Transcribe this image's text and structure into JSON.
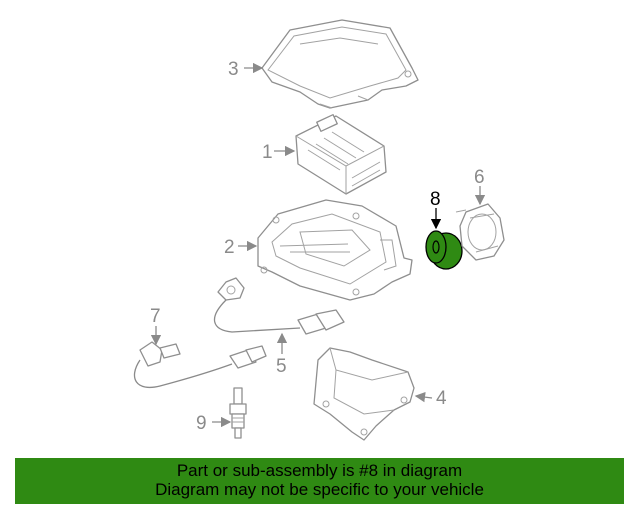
{
  "diagram": {
    "callouts": [
      {
        "num": "3"
      },
      {
        "num": "1"
      },
      {
        "num": "2"
      },
      {
        "num": "8"
      },
      {
        "num": "6"
      },
      {
        "num": "7"
      },
      {
        "num": "5"
      },
      {
        "num": "4"
      },
      {
        "num": "9"
      }
    ],
    "highlight_part": "8",
    "highlight_color": "#2f8a13"
  },
  "banner": {
    "line1": "Part or sub-assembly is #8 in diagram",
    "line2": "Diagram may not be specific to your vehicle",
    "background": "#2f8a13"
  }
}
